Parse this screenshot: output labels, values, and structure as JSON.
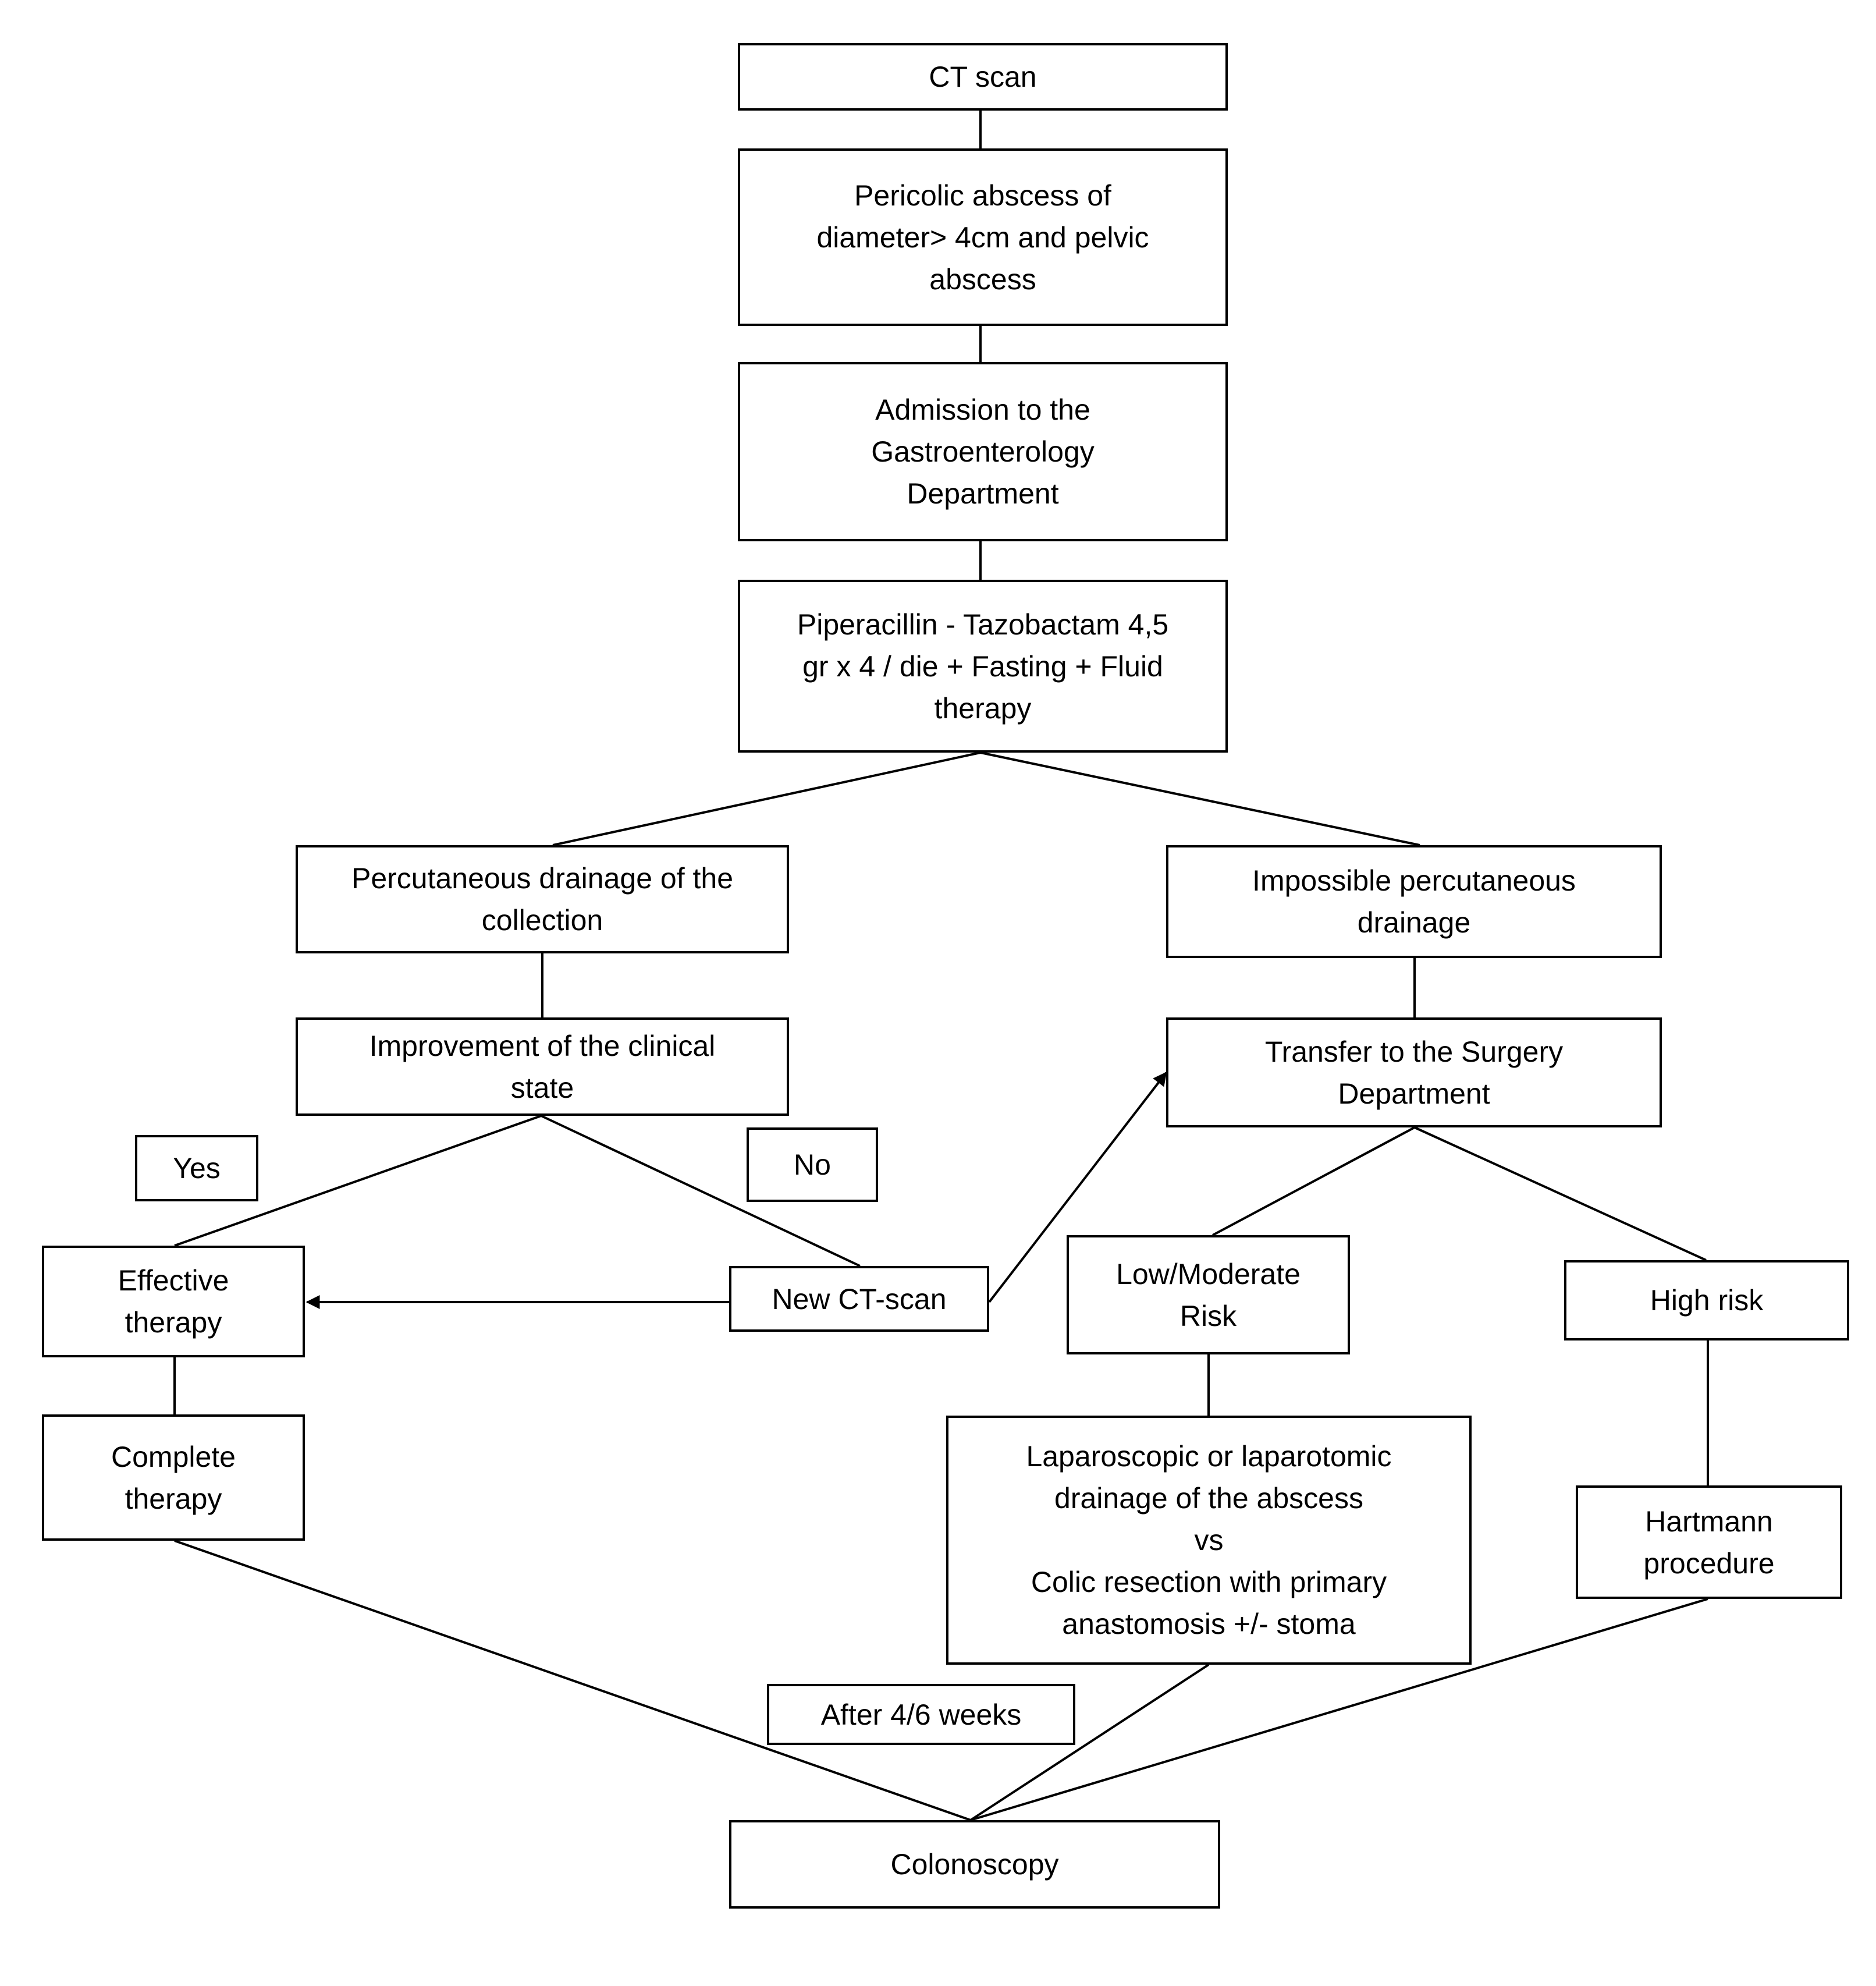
{
  "diagram": {
    "nodes": {
      "ct_scan": "CT scan",
      "pericolic_abscess": [
        "Pericolic abscess of",
        "diameter> 4cm and pelvic",
        "abscess"
      ],
      "admission": [
        "Admission to the",
        "Gastroenterology",
        "Department"
      ],
      "antibiotic_therapy": [
        "Piperacillin - Tazobactam 4,5",
        "gr x 4 / die + Fasting + Fluid",
        "therapy"
      ],
      "percutaneous_drainage": [
        "Percutaneous drainage of the",
        "collection"
      ],
      "impossible_drainage": [
        "Impossible percutaneous",
        "drainage"
      ],
      "clinical_improvement": [
        "Improvement of the clinical",
        "state"
      ],
      "transfer_surgery": [
        "Transfer to the Surgery",
        "Department"
      ],
      "effective_therapy": [
        "Effective",
        "therapy"
      ],
      "new_ct_scan": "New CT-scan",
      "low_moderate_risk": [
        "Low/Moderate",
        "Risk"
      ],
      "high_risk": "High risk",
      "complete_therapy": [
        "Complete",
        "therapy"
      ],
      "laparoscopic_drainage": [
        "Laparoscopic or laparotomic",
        "drainage of the abscess",
        "vs",
        "Colic resection with primary",
        "anastomosis +/- stoma"
      ],
      "hartmann_procedure": [
        "Hartmann",
        "procedure"
      ],
      "colonoscopy": "Colonoscopy"
    },
    "labels": {
      "yes": "Yes",
      "no": "No",
      "after_weeks": "After 4/6 weeks"
    },
    "colors": {
      "stroke": "#000000",
      "fill": "#ffffff"
    }
  }
}
